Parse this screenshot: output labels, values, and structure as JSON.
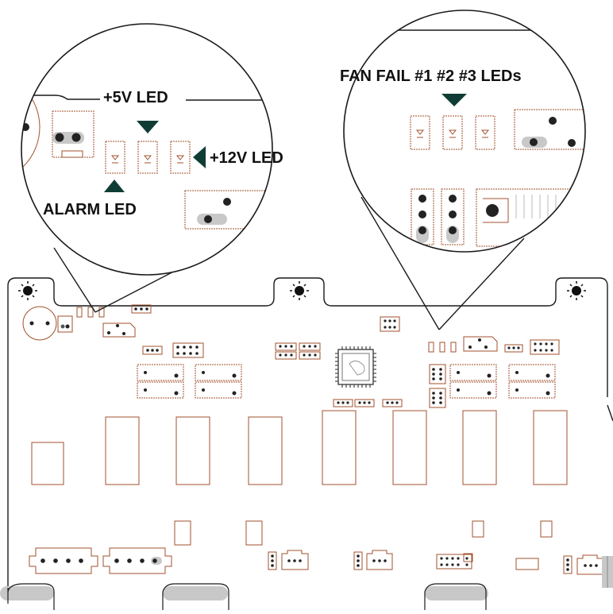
{
  "diagram": {
    "labels": {
      "plus5v": "+5V LED",
      "plus12v": "+12V LED",
      "alarm": "ALARM LED",
      "fan_fail": "FAN FAIL #1 #2 #3 LEDs"
    },
    "colors": {
      "board_outline": "#1a1a1a",
      "component": "#a0522d",
      "marker": "#0f3d35",
      "pad_gray": "#c8c8c8",
      "text": "#111111"
    }
  }
}
